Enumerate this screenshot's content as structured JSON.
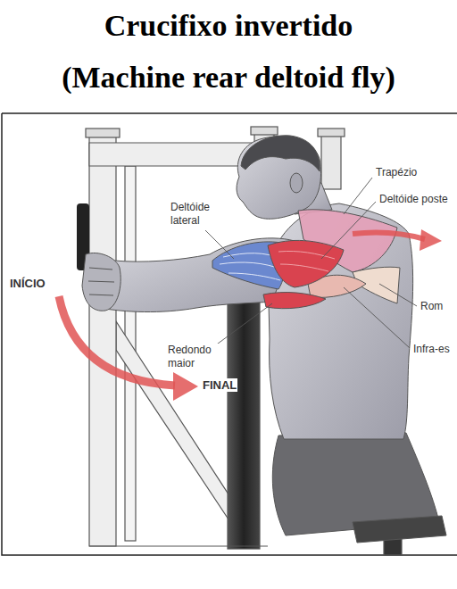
{
  "diagram": {
    "title": "Crucifixo invertido (Machine rear deltoid fly)",
    "labels": [
      "Trapézio",
      "Deltóide lateral",
      "Deltóide poste",
      "INÍCIO",
      "Rom",
      "Infra-es",
      "Redondo maior",
      "FINAL"
    ]
  }
}
